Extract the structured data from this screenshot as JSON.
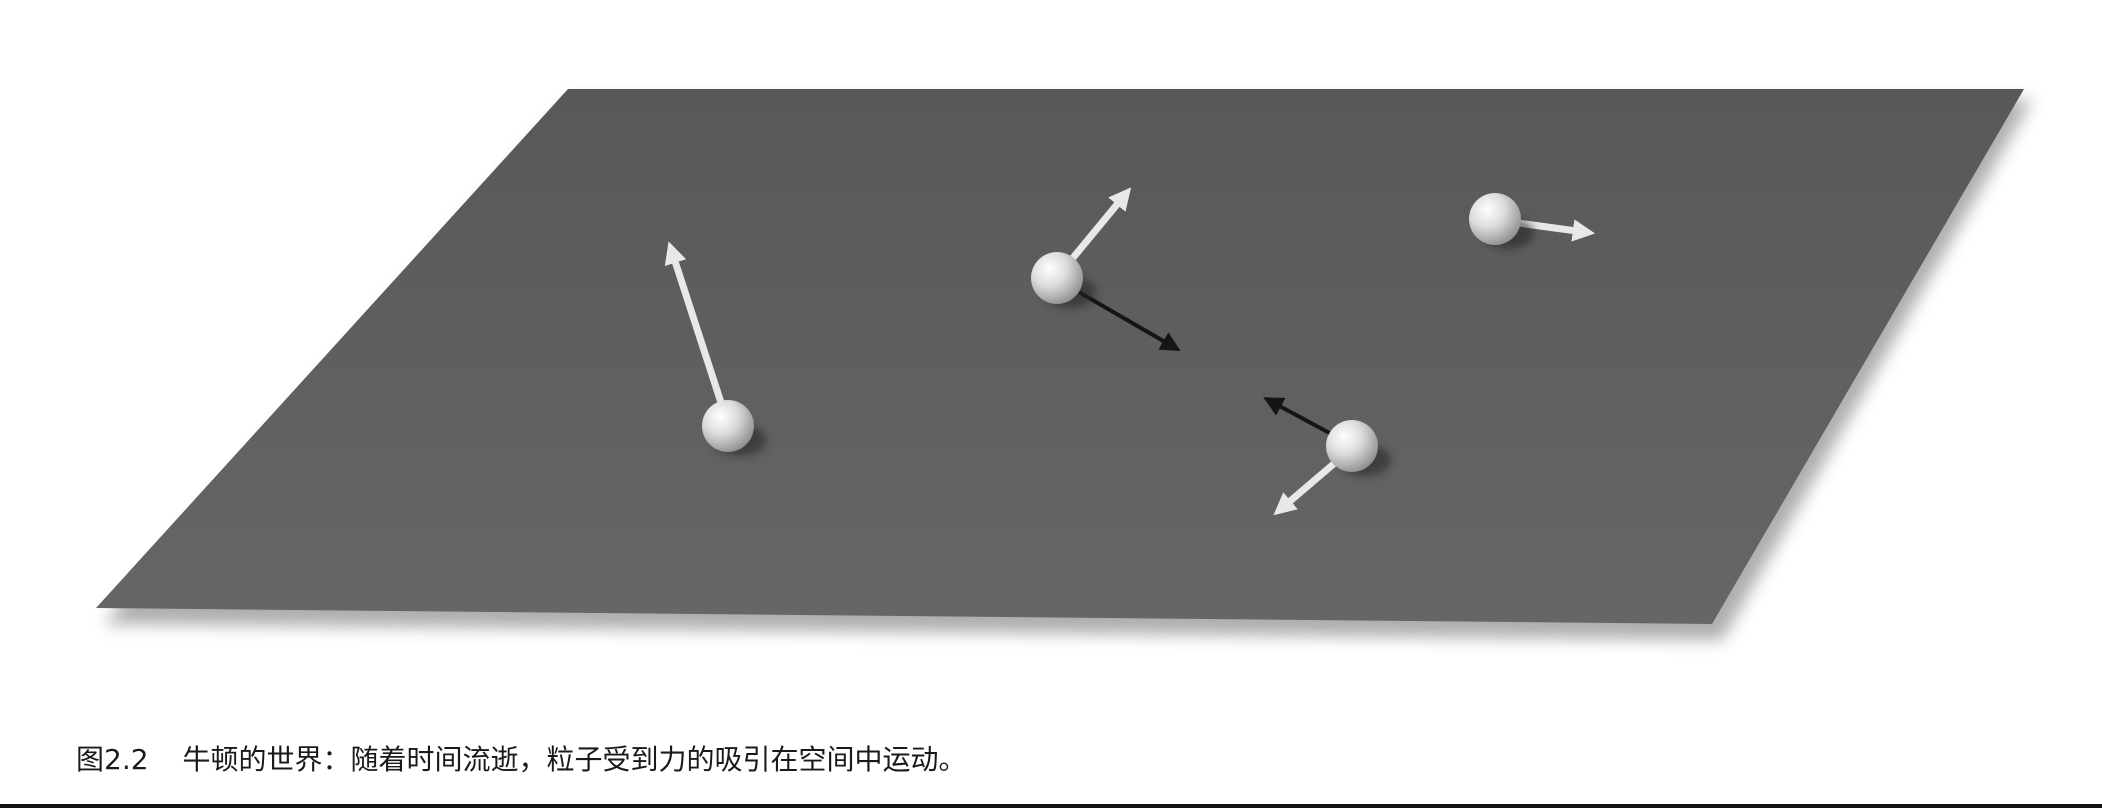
{
  "figure": {
    "description_icons": [
      "plane",
      "particle",
      "velocity-arrow",
      "force-arrow"
    ],
    "colors": {
      "plane": "#5c5c5c",
      "velocity_arrow": "#e8e8e8",
      "force_arrow": "#151515",
      "particle": "#d8d8d8"
    }
  },
  "caption": {
    "label": "图2.2",
    "text": "牛顿的世界：随着时间流逝，粒子受到力的吸引在空间中运动。"
  }
}
